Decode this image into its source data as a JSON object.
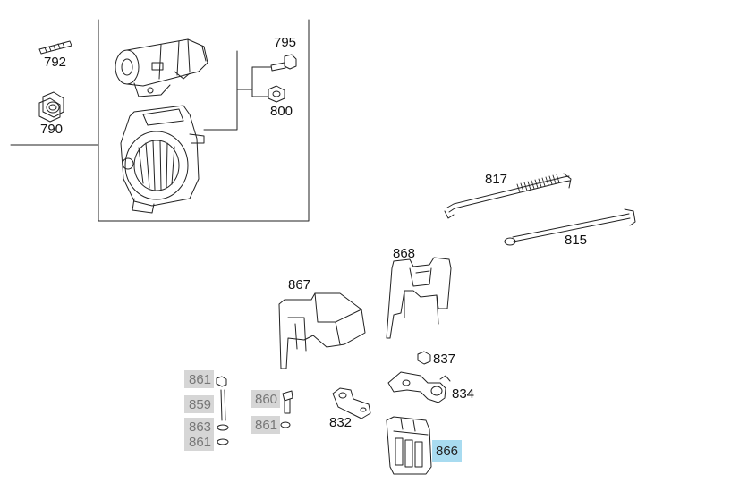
{
  "callouts": {
    "p792": "792",
    "p790": "790",
    "p795": "795",
    "p800": "800",
    "p817": "817",
    "p815": "815",
    "p868": "868",
    "p867": "867",
    "p837": "837",
    "p834": "834",
    "p832": "832",
    "p866": "866",
    "p861a": "861",
    "p859": "859",
    "p863": "863",
    "p861b": "861",
    "p860": "860",
    "p861c": "861"
  },
  "colors": {
    "line": "#222222",
    "greyed_label_bg": "#d6d6d6",
    "highlight_label_bg": "#a8dbf0"
  }
}
